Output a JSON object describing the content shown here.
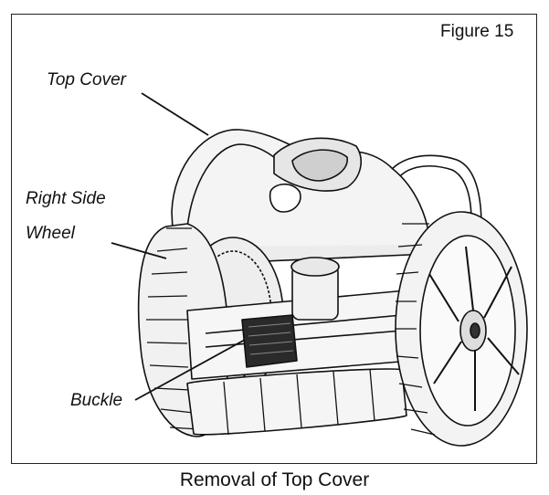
{
  "figure_label": "Figure 15",
  "callouts": {
    "top_cover": "Top Cover",
    "right_side_wheel_line1": "Right Side",
    "right_side_wheel_line2": "Wheel",
    "buckle": "Buckle"
  },
  "caption": "Removal of Top Cover",
  "colors": {
    "line": "#111111",
    "fill_light": "#ffffff",
    "fill_shade": "#d8d8d8",
    "fill_dark": "#2a2a2a"
  }
}
